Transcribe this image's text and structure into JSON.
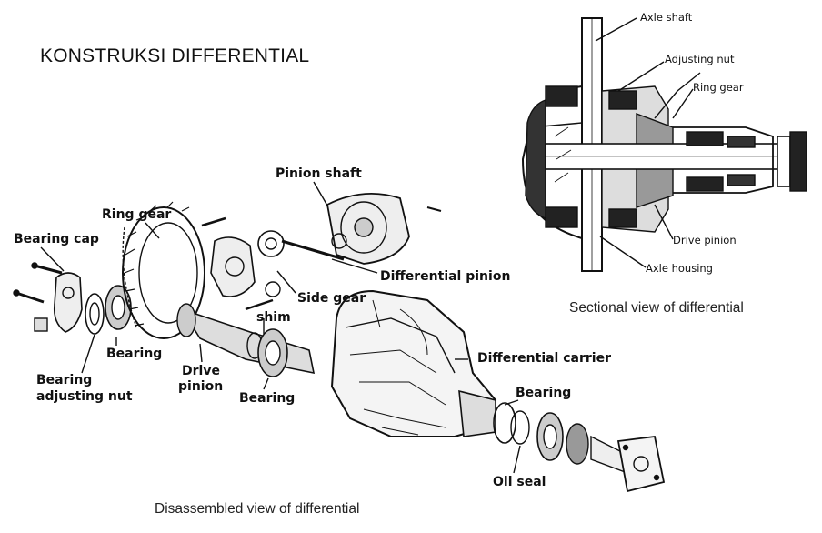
{
  "title": "KONSTRUKSI DIFFERENTIAL",
  "captions": {
    "sectional": "Sectional view of differential",
    "disassembled": "Disassembled view of differential"
  },
  "sectional_labels": {
    "axle_shaft": "Axle shaft",
    "adjusting_nut": "Adjusting nut",
    "ring_gear": "Ring gear",
    "drive_pinion": "Drive pinion",
    "axle_housing": "Axle housing"
  },
  "exploded_labels": {
    "pinion_shaft": "Pinion shaft",
    "ring_gear": "Ring gear",
    "bearing_cap": "Bearing cap",
    "differential_pinion": "Differential pinion g",
    "side_gear": "Side gear",
    "shim": "shim",
    "bearing_left": "Bearing",
    "bearing_adjusting_nut_1": "Bearing",
    "bearing_adjusting_nut_2": "adjusting nut",
    "drive_pinion_1": "Drive",
    "drive_pinion_2": "pinion",
    "bearing_mid": "Bearing",
    "differential_carrier": "Differential carrier",
    "bearing_right": "Bearing",
    "oil_seal": "Oil seal"
  }
}
